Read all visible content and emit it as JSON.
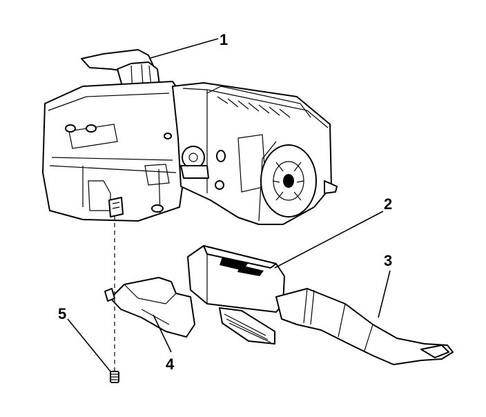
{
  "callouts": [
    {
      "id": "1",
      "text": "1"
    },
    {
      "id": "2",
      "text": "2"
    },
    {
      "id": "3",
      "text": "3"
    },
    {
      "id": "4",
      "text": "4"
    },
    {
      "id": "5",
      "text": "5"
    }
  ],
  "colors": {
    "ink": "#000000",
    "paper": "#ffffff"
  }
}
